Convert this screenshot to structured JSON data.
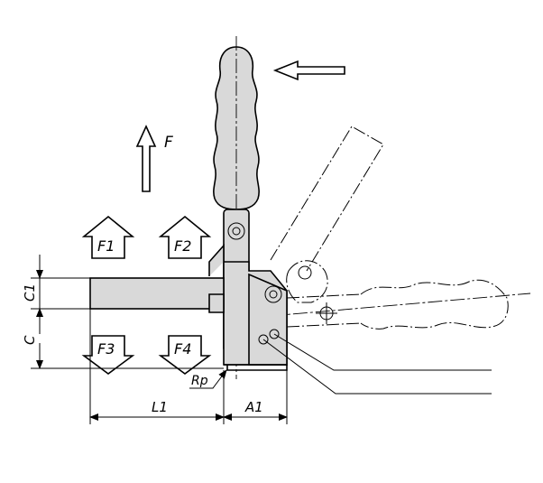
{
  "labels": {
    "force": "F",
    "force_1": "F1",
    "force_2": "F2",
    "force_3": "F3",
    "force_4": "F4",
    "height_c1": "C1",
    "height_c": "C",
    "length_l1": "L1",
    "width_a1": "A1",
    "radius_rp": "Rp"
  }
}
